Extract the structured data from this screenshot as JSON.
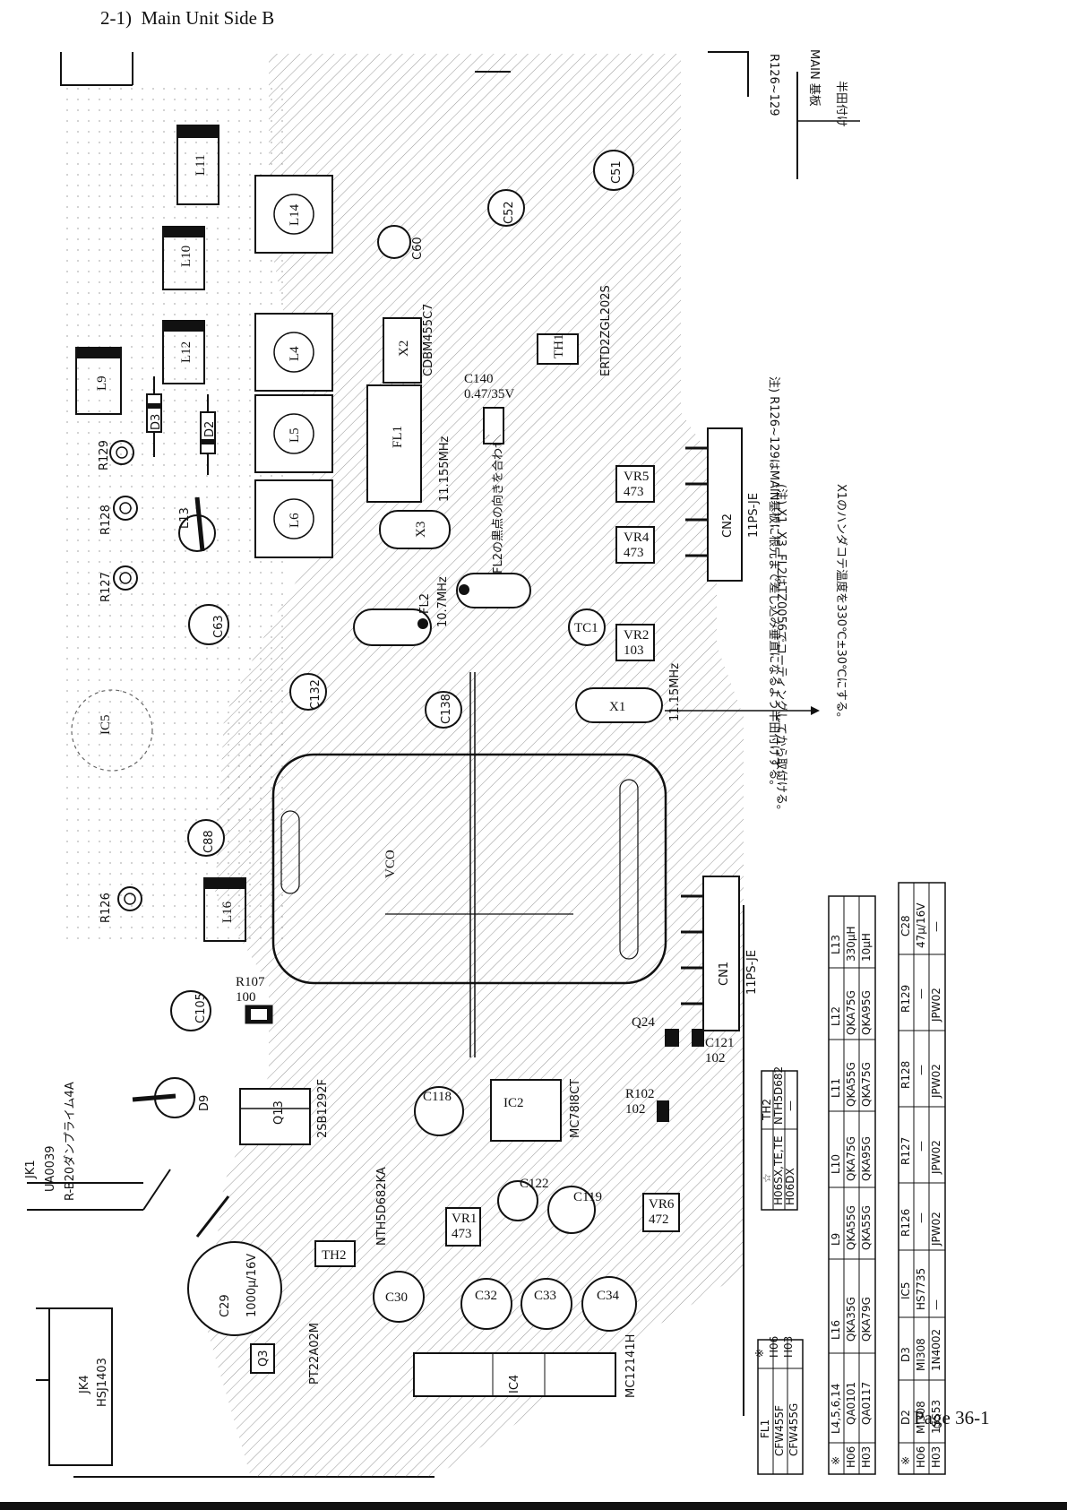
{
  "header": {
    "section_title": "2-1)  Main Unit Side B"
  },
  "footer": {
    "page_number": "Page 36-1"
  },
  "components": {
    "L11": "L11",
    "L10": "L10",
    "L9": "L9",
    "L12": "L12",
    "L14": "L14",
    "L4": "L4",
    "L5": "L5",
    "L6": "L6",
    "L13": "L13",
    "L16": "L16",
    "D3": "D3",
    "D2": "D2",
    "D9": "D9",
    "IC5": "IC5",
    "X2": "X2",
    "X2_part": "CDBM455C7",
    "FL1": "FL1",
    "X3": "X3",
    "C60": "C60",
    "C52": "C52",
    "C51": "C51",
    "TH1": "TH1",
    "C140": "C140",
    "C140_val": "0.47/35V",
    "VR5": "VR5",
    "VR5_val": "473",
    "VR4": "VR4",
    "VR4_val": "473",
    "VR2": "VR2",
    "VR2_val": "103",
    "TC1": "TC1",
    "X1": "X1",
    "FL2": "FL2",
    "CN1": "CN1",
    "CN2": "CN2",
    "C63": "C63",
    "C132": "C132",
    "C138": "C138",
    "C88": "C88",
    "R126": "R126",
    "R127": "R127",
    "R128": "R128",
    "R129": "R129",
    "R107": "R107",
    "R107_val": "100",
    "C105": "C105",
    "Q13": "Q13",
    "Q13_part": "2SB1292F",
    "C118": "C118",
    "IC2": "IC2",
    "IC2_part": "MC78I8CT",
    "R102": "R102",
    "R102_val": "102",
    "Q24": "Q24",
    "C121": "C121",
    "C121_val": "102",
    "VR1": "VR1",
    "VR1_val": "473",
    "VR6": "VR6",
    "VR6_val": "472",
    "C122": "C122",
    "C119": "C119",
    "TH2": "TH2",
    "TH2_part": "NTH5D682KA",
    "C29": "C29",
    "C29_val": "1000μ/16V",
    "C30": "C30",
    "C32": "C32",
    "C33": "C33",
    "C34": "C34",
    "JK4": "JK4",
    "JK4_part": "HSJ1403",
    "JK1": "JK1",
    "JK1_part": "UA0039",
    "JK1_note": "R-B20ダンプライム4A",
    "Q3": "Q3",
    "Q3_part": "PT22A02M",
    "IC4": "IC4",
    "IC4_part": "MC12141H",
    "ECU": "VCO",
    "TH1_part": "ERTD2ZGL202S",
    "X3_freq": "11.155MHz",
    "FL2_freq": "10.7MHz",
    "X1_freq": "11.15MHz",
    "CN_part": "11PS-JE"
  },
  "notes": {
    "note1": "注) R126~129はMAIN基板に根元まで差し込み垂直になるよう半田付けする。",
    "note2": "(注) X1, X3, FL2はTZ0056でコーティングしてから取付ける。",
    "note3": "X1のハンダコテ温度を330℃±30℃にする。",
    "side_label_r": "R126~129",
    "side_label_main": "MAIN 基板",
    "side_label_solder": "半田付け",
    "fl2_note": "FL2の黒点の向きを合わせる"
  },
  "tables": {
    "fl1_table": {
      "headers": [
        "※",
        "FL1"
      ],
      "rows": [
        [
          "H06",
          "CFW455F"
        ],
        [
          "H03",
          "CFW455G"
        ]
      ]
    },
    "coil_table": {
      "headers": [
        "※",
        "L4,5,6,14",
        "L16",
        "L9",
        "L10",
        "L11",
        "L12",
        "L13"
      ],
      "rows": [
        [
          "H06",
          "QA0101",
          "QKA35G",
          "QKA55G",
          "QKA75G",
          "QKA55G",
          "QKA75G",
          "330μH"
        ],
        [
          "H03",
          "QA0117",
          "QKA79G",
          "QKA55G",
          "QKA95G",
          "QKA75G",
          "QKA95G",
          "10μH"
        ]
      ]
    },
    "semi_table": {
      "headers": [
        "※",
        "D2",
        "D3",
        "IC5",
        "R126",
        "R127",
        "R128",
        "R129",
        "C28"
      ],
      "rows": [
        [
          "H06",
          "MI308",
          "MI308",
          "HS7735",
          "—",
          "—",
          "—",
          "—",
          "47μ/16V"
        ],
        [
          "H03",
          "1SS53",
          "1N4002",
          "—",
          "JPW02",
          "JPW02",
          "JPW02",
          "JPW02",
          "—"
        ]
      ]
    },
    "th2_table": {
      "headers": [
        "☆",
        "TH2"
      ],
      "rows": [
        [
          "H06SX,TE,TE",
          "NTH5D682"
        ],
        [
          "H06DX",
          "—"
        ]
      ]
    }
  }
}
